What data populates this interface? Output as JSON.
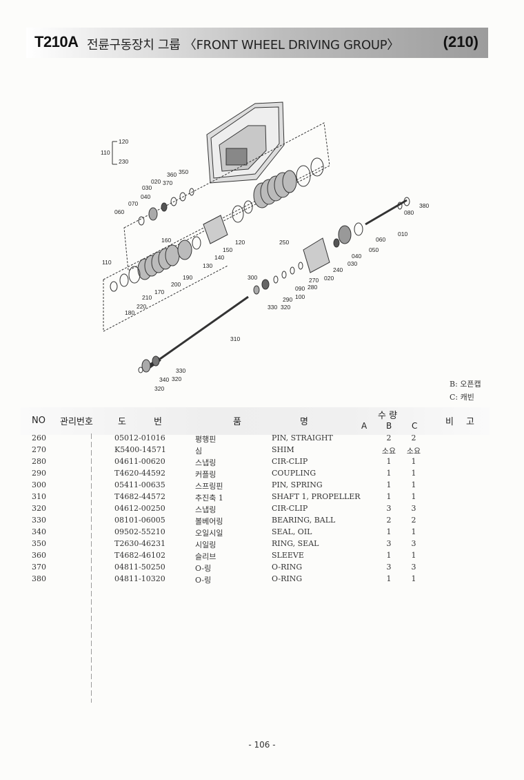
{
  "header": {
    "model": "T210A",
    "title": "전륜구동장치 그룹 〈FRONT WHEEL DRIVING GROUP〉",
    "code": "(210)"
  },
  "diagram": {
    "labels": [
      "110",
      "120",
      "230",
      "360",
      "350",
      "020",
      "370",
      "030",
      "040",
      "070",
      "060",
      "380",
      "080",
      "010",
      "060",
      "050",
      "040",
      "030",
      "160",
      "120",
      "150",
      "140",
      "130",
      "250",
      "240",
      "020",
      "110",
      "190",
      "200",
      "170",
      "210",
      "220",
      "180",
      "300",
      "270",
      "090",
      "280",
      "290",
      "100",
      "330",
      "320",
      "310",
      "330",
      "340",
      "320",
      "320"
    ]
  },
  "legend": {
    "b": "B: 오픈캡",
    "c": "C: 캐빈"
  },
  "table": {
    "headers": {
      "no": "NO",
      "mgmt": "관리번호",
      "drawing1": "도",
      "drawing2": "번",
      "name1": "품",
      "name2": "명",
      "qty": "수 량",
      "a": "A",
      "b": "B",
      "c": "C",
      "remark1": "비",
      "remark2": "고"
    },
    "rows": [
      {
        "no": "260",
        "part": "05012-01016",
        "kname": "평행핀",
        "ename": "PIN, STRAIGHT",
        "b": "2",
        "c": "2"
      },
      {
        "no": "270",
        "part": "K5400-14571",
        "kname": "심",
        "ename": "SHIM",
        "b": "소요",
        "c": "소요"
      },
      {
        "no": "280",
        "part": "04611-00620",
        "kname": "스냅링",
        "ename": "CIR-CLIP",
        "b": "1",
        "c": "1"
      },
      {
        "no": "290",
        "part": "T4620-44592",
        "kname": "커플링",
        "ename": "COUPLING",
        "b": "1",
        "c": "1"
      },
      {
        "no": "300",
        "part": "05411-00635",
        "kname": "스프링핀",
        "ename": "PIN, SPRING",
        "b": "1",
        "c": "1"
      },
      {
        "no": "310",
        "part": "T4682-44572",
        "kname": "추진축 1",
        "ename": "SHAFT 1, PROPELLER",
        "b": "1",
        "c": "1"
      },
      {
        "no": "320",
        "part": "04612-00250",
        "kname": "스냅링",
        "ename": "CIR-CLIP",
        "b": "3",
        "c": "3"
      },
      {
        "no": "330",
        "part": "08101-06005",
        "kname": "볼베어링",
        "ename": "BEARING, BALL",
        "b": "2",
        "c": "2"
      },
      {
        "no": "340",
        "part": "09502-55210",
        "kname": "오일시일",
        "ename": "SEAL, OIL",
        "b": "1",
        "c": "1"
      },
      {
        "no": "350",
        "part": "T2630-46231",
        "kname": "시일링",
        "ename": "RING, SEAL",
        "b": "3",
        "c": "3"
      },
      {
        "no": "360",
        "part": "T4682-46102",
        "kname": "슬리브",
        "ename": "SLEEVE",
        "b": "1",
        "c": "1"
      },
      {
        "no": "370",
        "part": "04811-50250",
        "kname": "O-링",
        "ename": "O-RING",
        "b": "3",
        "c": "3"
      },
      {
        "no": "380",
        "part": "04811-10320",
        "kname": "O-링",
        "ename": "O-RING",
        "b": "1",
        "c": "1"
      }
    ]
  },
  "footer": {
    "page": "- 106 -"
  }
}
